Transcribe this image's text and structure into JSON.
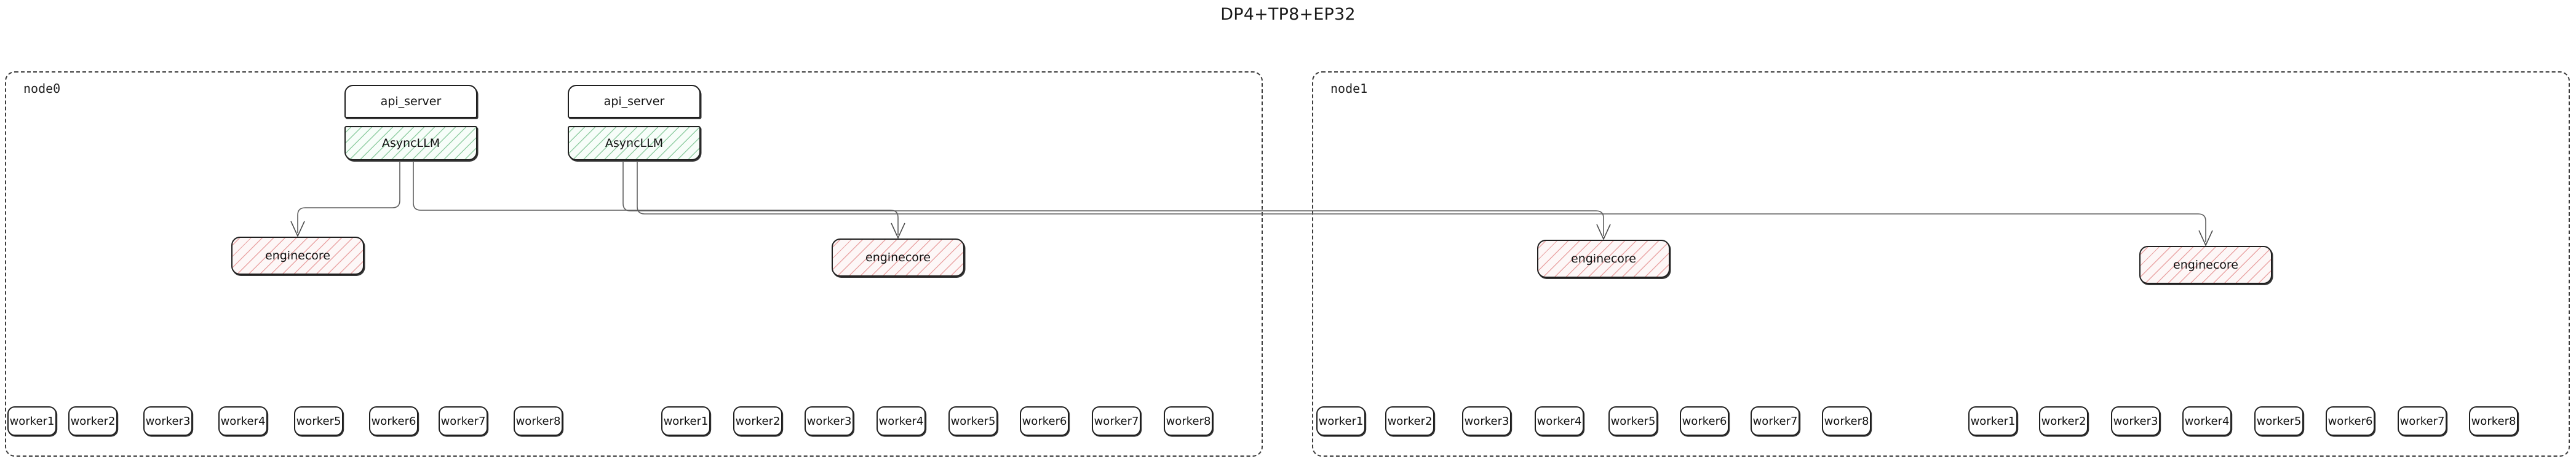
{
  "title": "DP4+TP8+EP32",
  "nodes": [
    {
      "id": "node0",
      "label": "node0"
    },
    {
      "id": "node1",
      "label": "node1"
    }
  ],
  "api_servers": [
    {
      "label": "api_server"
    },
    {
      "label": "api_server"
    }
  ],
  "async_llms": [
    {
      "label": "AsyncLLM"
    },
    {
      "label": "AsyncLLM"
    }
  ],
  "enginecores": [
    {
      "label": "enginecore",
      "node": "node0"
    },
    {
      "label": "enginecore",
      "node": "node0"
    },
    {
      "label": "enginecore",
      "node": "node1"
    },
    {
      "label": "enginecore",
      "node": "node1"
    }
  ],
  "worker_groups": [
    {
      "node": "node0",
      "workers": [
        "worker1",
        "worker2",
        "worker3",
        "worker4",
        "worker5",
        "worker6",
        "worker7",
        "worker8"
      ]
    },
    {
      "node": "node0",
      "workers": [
        "worker1",
        "worker2",
        "worker3",
        "worker4",
        "worker5",
        "worker6",
        "worker7",
        "worker8"
      ]
    },
    {
      "node": "node1",
      "workers": [
        "worker1",
        "worker2",
        "worker3",
        "worker4",
        "worker5",
        "worker6",
        "worker7",
        "worker8"
      ]
    },
    {
      "node": "node1",
      "workers": [
        "worker1",
        "worker2",
        "worker3",
        "worker4",
        "worker5",
        "worker6",
        "worker7",
        "worker8"
      ]
    }
  ],
  "colors": {
    "async_llm_hatch": "#3ea85e",
    "enginecore_hatch": "#e07a7a",
    "box_border": "#1f1f1f",
    "cluster_border": "#3b3b3b",
    "edge_stroke": "#5f5f5f",
    "title_text": "#1a1a1a"
  }
}
